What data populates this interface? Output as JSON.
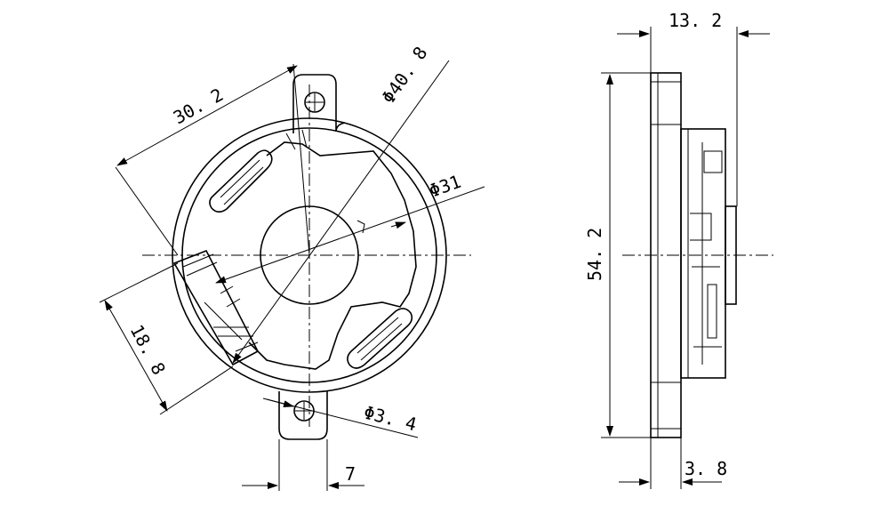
{
  "front_view": {
    "dim_center_to_hole": "30. 2",
    "dim_outer_diameter": "Φ40. 8",
    "dim_inner_diameter": "Φ31",
    "dim_connector": "18. 8",
    "dim_hole_diameter": "Φ3. 4",
    "dim_tab_width": "7"
  },
  "side_view": {
    "dim_total_depth": "13. 2",
    "dim_total_height": "54. 2",
    "dim_flange_thickness": "3. 8"
  }
}
